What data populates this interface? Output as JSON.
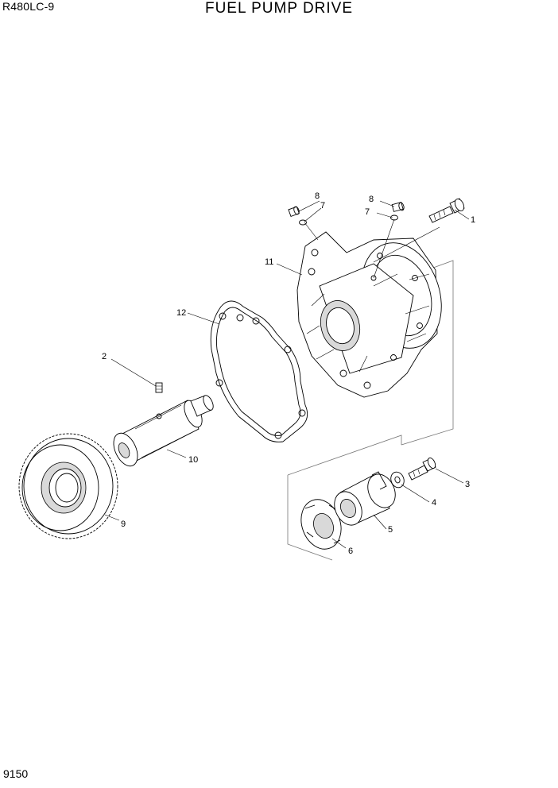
{
  "header": {
    "model_code": "R480LC-9",
    "title": "FUEL PUMP DRIVE"
  },
  "footer": {
    "page_number": "9150"
  },
  "callouts": {
    "c1": "1",
    "c2": "2",
    "c3": "3",
    "c4": "4",
    "c5": "5",
    "c6": "6",
    "c7a": "7",
    "c7b": "7",
    "c8a": "8",
    "c8b": "8",
    "c9": "9",
    "c10": "10",
    "c11": "11",
    "c12": "12"
  }
}
